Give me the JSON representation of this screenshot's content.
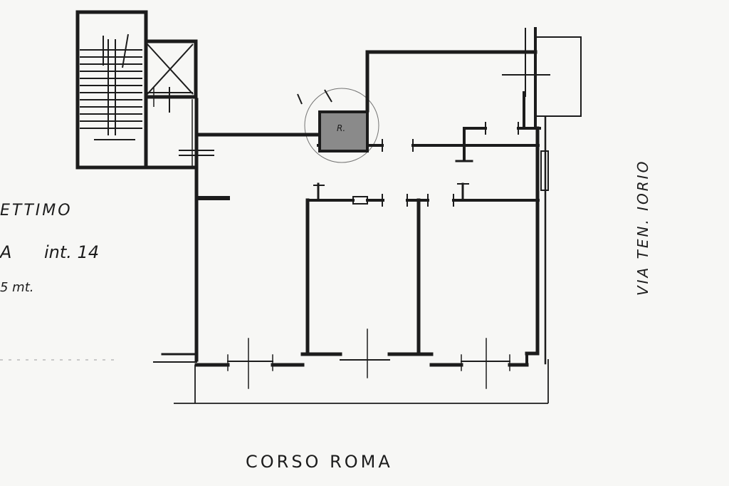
{
  "labels": {
    "floor": "ETTIMO",
    "unit_letter": "A",
    "unit_interior": "int. 14",
    "height": "5 mt.",
    "room_mark": "R.",
    "street_bottom": "CORSO ROMA",
    "street_right": "VIA TEN. IORIO"
  },
  "colors": {
    "ink": "#1c1c1c",
    "paper": "#f7f7f5",
    "shade": "#8a8a8a"
  }
}
